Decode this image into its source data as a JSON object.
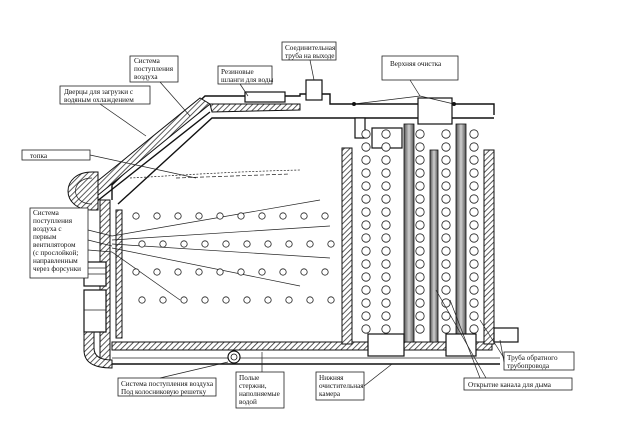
{
  "labels": {
    "topka": "топка",
    "air_system_top": [
      "Система",
      "поступления",
      "воздуха"
    ],
    "doors": [
      "Дверцы для загрузки с",
      "водяным охлаждением"
    ],
    "rubber_shafts": [
      "Резиновые",
      "шланги для воды"
    ],
    "connecting_pipe": [
      "Соединительная",
      "труба на выходе"
    ],
    "top_cleaning": "Верхняя очистка",
    "air_system_left": [
      "Система",
      "поступления",
      "воздуха с",
      "первым",
      "вентилятором",
      "(с прослойкой;",
      "направленным",
      "через форсунки"
    ],
    "air_system_bottom": [
      "Система поступления воздуха",
      "Под колосниковую решетку"
    ],
    "hollow_rods": [
      "Полые",
      "стержни,",
      "наполняемые",
      "водой"
    ],
    "lower_chamber": [
      "Нижняя",
      "очистительная",
      "камера"
    ],
    "return_pipe": [
      "Труба обратного",
      "трубопровода"
    ],
    "smoke_channel": "Открытие канала для дыма"
  }
}
